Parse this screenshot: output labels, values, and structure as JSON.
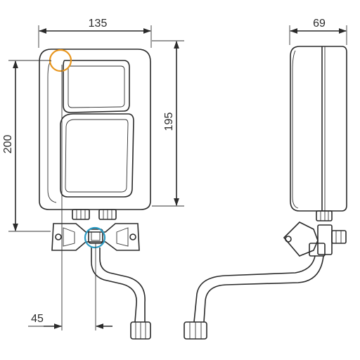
{
  "dimensions": {
    "width": "135",
    "height_total": "200",
    "height_body": "195",
    "depth": "69",
    "pipe_offset": "45"
  },
  "markers": {
    "top_marker_color": "#E8961E",
    "connector_marker_color": "#2A9BC4"
  }
}
